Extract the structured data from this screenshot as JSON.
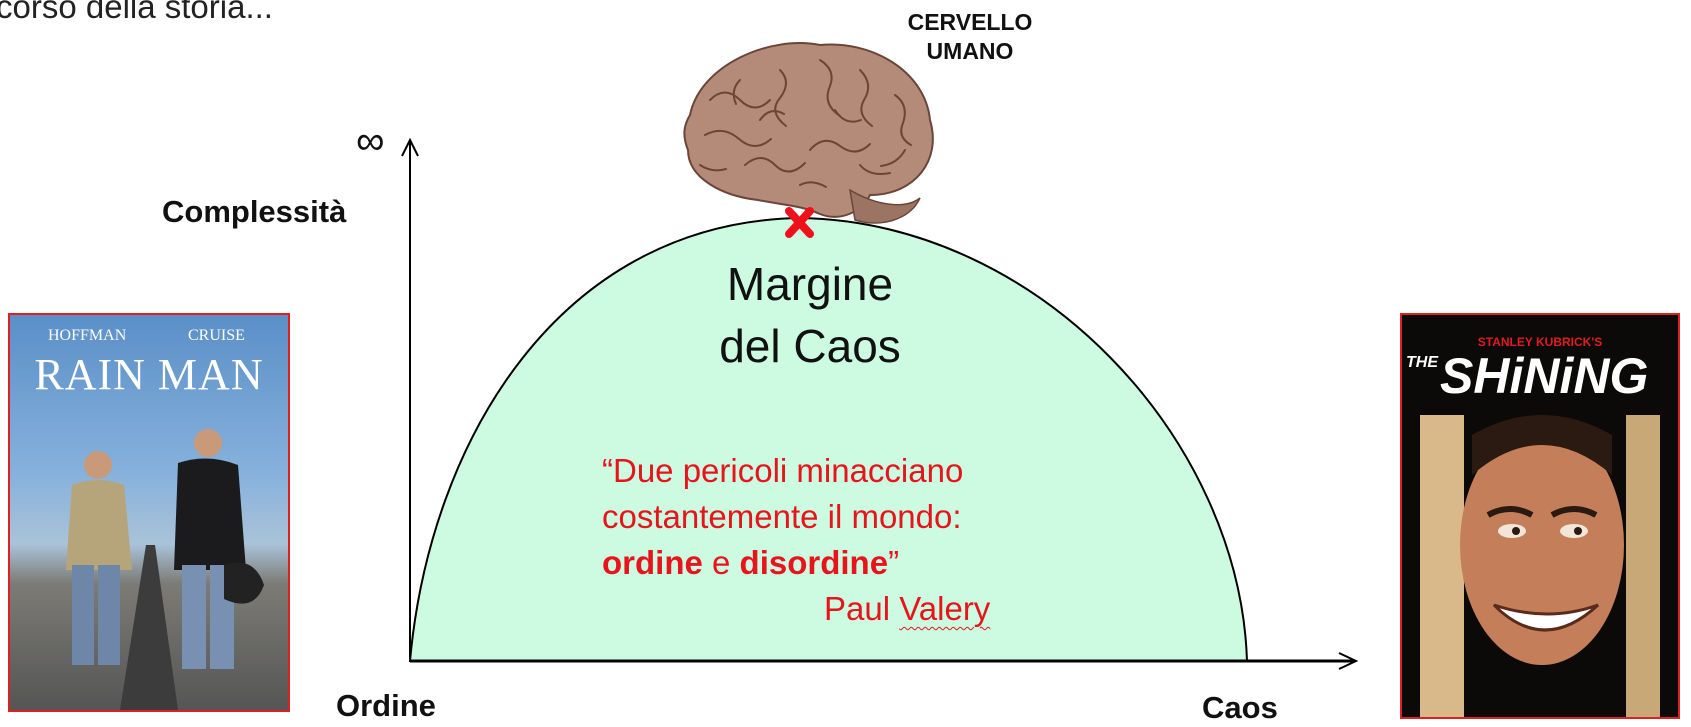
{
  "slide": {
    "heading": "corso della storia...",
    "brain_label": [
      "CERVELLO",
      "UMANO"
    ],
    "y_axis_label": "Complessità",
    "y_axis_max": "∞",
    "x_axis_left_label": "Ordine",
    "x_axis_right_label": "Caos",
    "edge_label": [
      "Margine",
      "del Caos"
    ],
    "quote": {
      "line1": "“Due pericoli minacciano",
      "line2": "costantemente il mondo:",
      "line3_a": "ordine",
      "line3_b": " e ",
      "line3_c": "disordine",
      "line3_d": "”",
      "author_first": "Paul ",
      "author_last": "Valery"
    },
    "poster_left": {
      "actor1": "HOFFMAN",
      "actor2": "CRUISE",
      "title": "RAIN MAN"
    },
    "poster_right": {
      "tagline": "STANLEY KUBRICK'S",
      "title_prefix": "THE",
      "title": "SHiNiNG"
    },
    "colors": {
      "dome_fill": "#ccfbe2",
      "quote_red": "#e8141b",
      "marker_red": "#f0101b"
    }
  }
}
